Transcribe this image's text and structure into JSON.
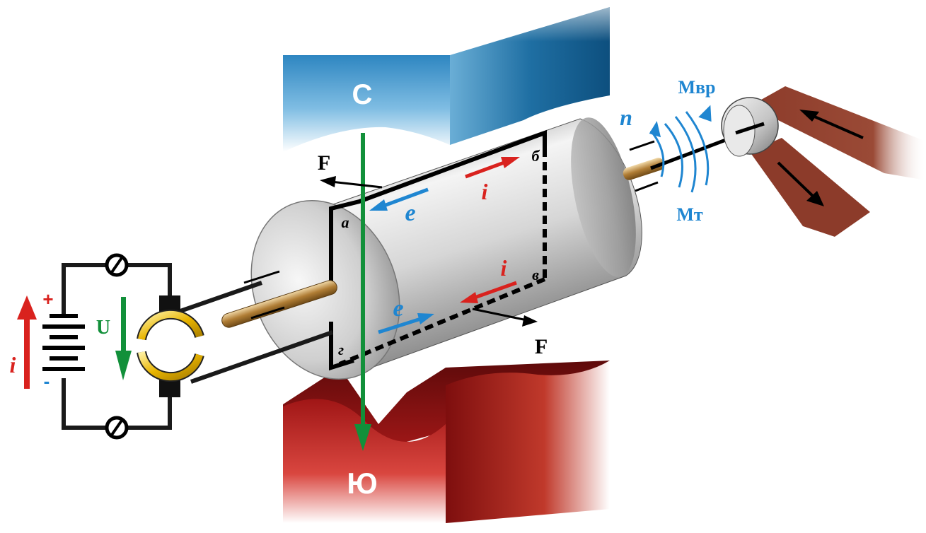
{
  "labels": {
    "north_pole": "С",
    "south_pole": "Ю",
    "force_top": "F",
    "force_bottom": "F",
    "current_top": "i",
    "current_bottom": "i",
    "current_source": "i",
    "emf_top": "e",
    "emf_bottom": "e",
    "voltage": "U",
    "plus": "+",
    "minus": "-",
    "speed": "n",
    "torque_rotation": "Mвр",
    "torque_load": "Mт",
    "corner_a": "а",
    "corner_b": "б",
    "corner_v": "в",
    "corner_g": "г"
  },
  "colors": {
    "north": "#1e7fbf",
    "south": "#b01c1c",
    "field_line": "#12903a",
    "current": "#d9221e",
    "emf": "#1f86d1",
    "blue_text": "#1f86d1",
    "belt": "#8c3b2a",
    "brush_ring": "#e8b400",
    "conductor": "#000000",
    "shaft": "#c79a4a"
  },
  "icons": {
    "terminal": "circle-slash-terminal-icon",
    "battery": "battery-icon",
    "commutator": "split-ring-commutator-icon"
  }
}
